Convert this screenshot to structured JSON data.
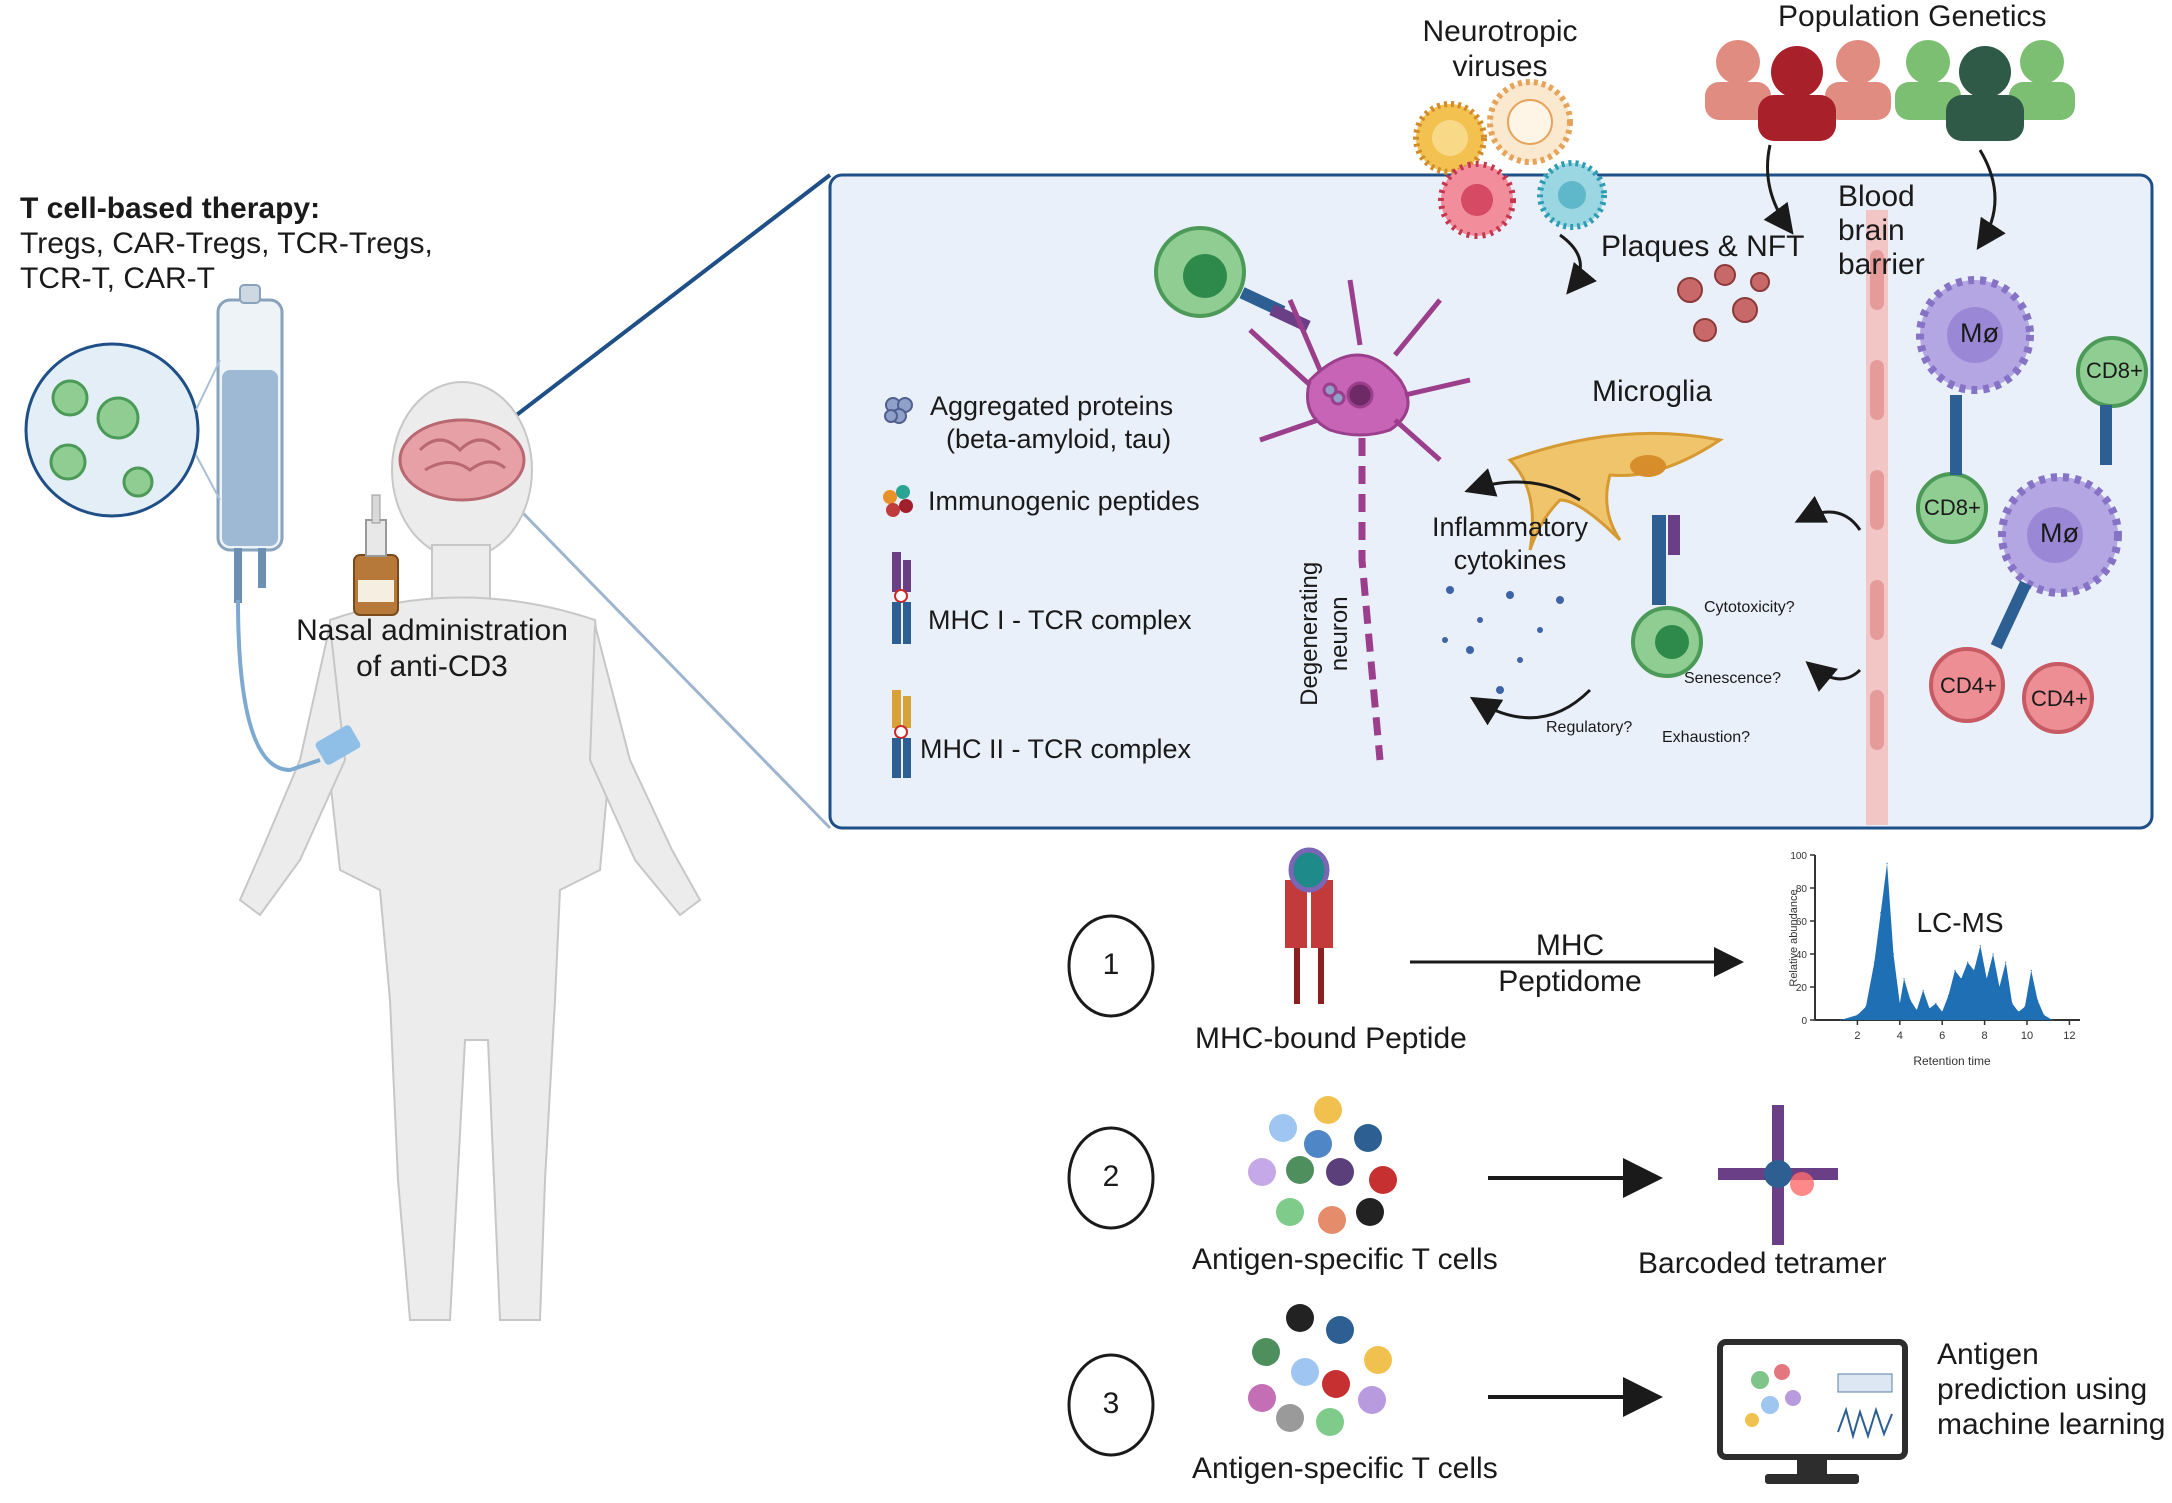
{
  "therapy": {
    "title": "T cell-based therapy:",
    "line1": "Tregs, CAR-Tregs, TCR-Tregs,",
    "line2": "TCR-T, CAR-T"
  },
  "nasal": {
    "line1": "Nasal administration",
    "line2": "of anti-CD3"
  },
  "top": {
    "viruses_line1": "Neurotropic",
    "viruses_line2": "viruses",
    "population_genetics": "Population Genetics"
  },
  "panel": {
    "plaques": "Plaques & NFT",
    "bbb_1": "Blood",
    "bbb_2": "brain",
    "bbb_3": "barrier",
    "microglia": "Microglia",
    "cytokines_1": "Inflammatory",
    "cytokines_2": "cytokines",
    "degenerating_1": "Degenerating",
    "degenerating_2": "neuron",
    "cytotoxicity": "Cytotoxicity?",
    "senescence": "Senescence?",
    "regulatory": "Regulatory?",
    "exhaustion": "Exhaustion?",
    "macrophage_1": "Mø",
    "macrophage_2": "Mø",
    "cd8_1": "CD8+",
    "cd8_2": "CD8+",
    "cd4_1": "CD4+",
    "cd4_2": "CD4+"
  },
  "legend": {
    "aggregated_1": "Aggregated proteins",
    "aggregated_2": "(beta-amyloid, tau)",
    "immunogenic": "Immunogenic peptides",
    "mhc1": "MHC I - TCR complex",
    "mhc2": "MHC II - TCR complex"
  },
  "steps": {
    "n1": "1",
    "n2": "2",
    "n3": "3",
    "mhc_bound": "MHC-bound Peptide",
    "arrow1_1": "MHC",
    "arrow1_2": "Peptidome",
    "antigen_specific_a": "Antigen-specific T cells",
    "antigen_specific_b": "Antigen-specific T cells",
    "barcoded": "Barcoded tetramer",
    "prediction_1": "Antigen",
    "prediction_2": "prediction using",
    "prediction_3": "machine learning"
  },
  "chart_data": {
    "type": "area",
    "title": "LC-MS",
    "xlabel": "Retention time",
    "ylabel": "Relative abundance",
    "xlim": [
      0,
      12.5
    ],
    "ylim": [
      0,
      100
    ],
    "xticks": [
      2,
      4,
      6,
      8,
      10,
      12
    ],
    "yticks": [
      0,
      20,
      40,
      60,
      80,
      100
    ],
    "x": [
      1.2,
      2.0,
      2.4,
      2.8,
      3.1,
      3.4,
      3.7,
      4.0,
      4.2,
      4.5,
      4.8,
      5.1,
      5.4,
      5.7,
      6.0,
      6.3,
      6.6,
      6.9,
      7.2,
      7.5,
      7.8,
      8.1,
      8.4,
      8.7,
      9.0,
      9.3,
      9.6,
      9.9,
      10.2,
      10.5,
      10.8,
      11.2
    ],
    "y": [
      0,
      3,
      8,
      35,
      65,
      95,
      40,
      10,
      25,
      12,
      6,
      18,
      7,
      10,
      5,
      15,
      30,
      25,
      35,
      30,
      45,
      25,
      40,
      20,
      35,
      10,
      5,
      8,
      30,
      12,
      3,
      0
    ],
    "grid": false,
    "colors": {
      "fill": "#1f6fb5",
      "axis": "#333333"
    }
  },
  "colors": {
    "panel_fill": "#e9f0f9",
    "panel_stroke": "#1e4f86",
    "neuron": "#b04aa5",
    "microglia": "#e8b54a",
    "macrophage": "#a99bd9",
    "cd8": "#7fc58a",
    "cd4": "#e4777d",
    "bbb": "#f0b4b4"
  }
}
